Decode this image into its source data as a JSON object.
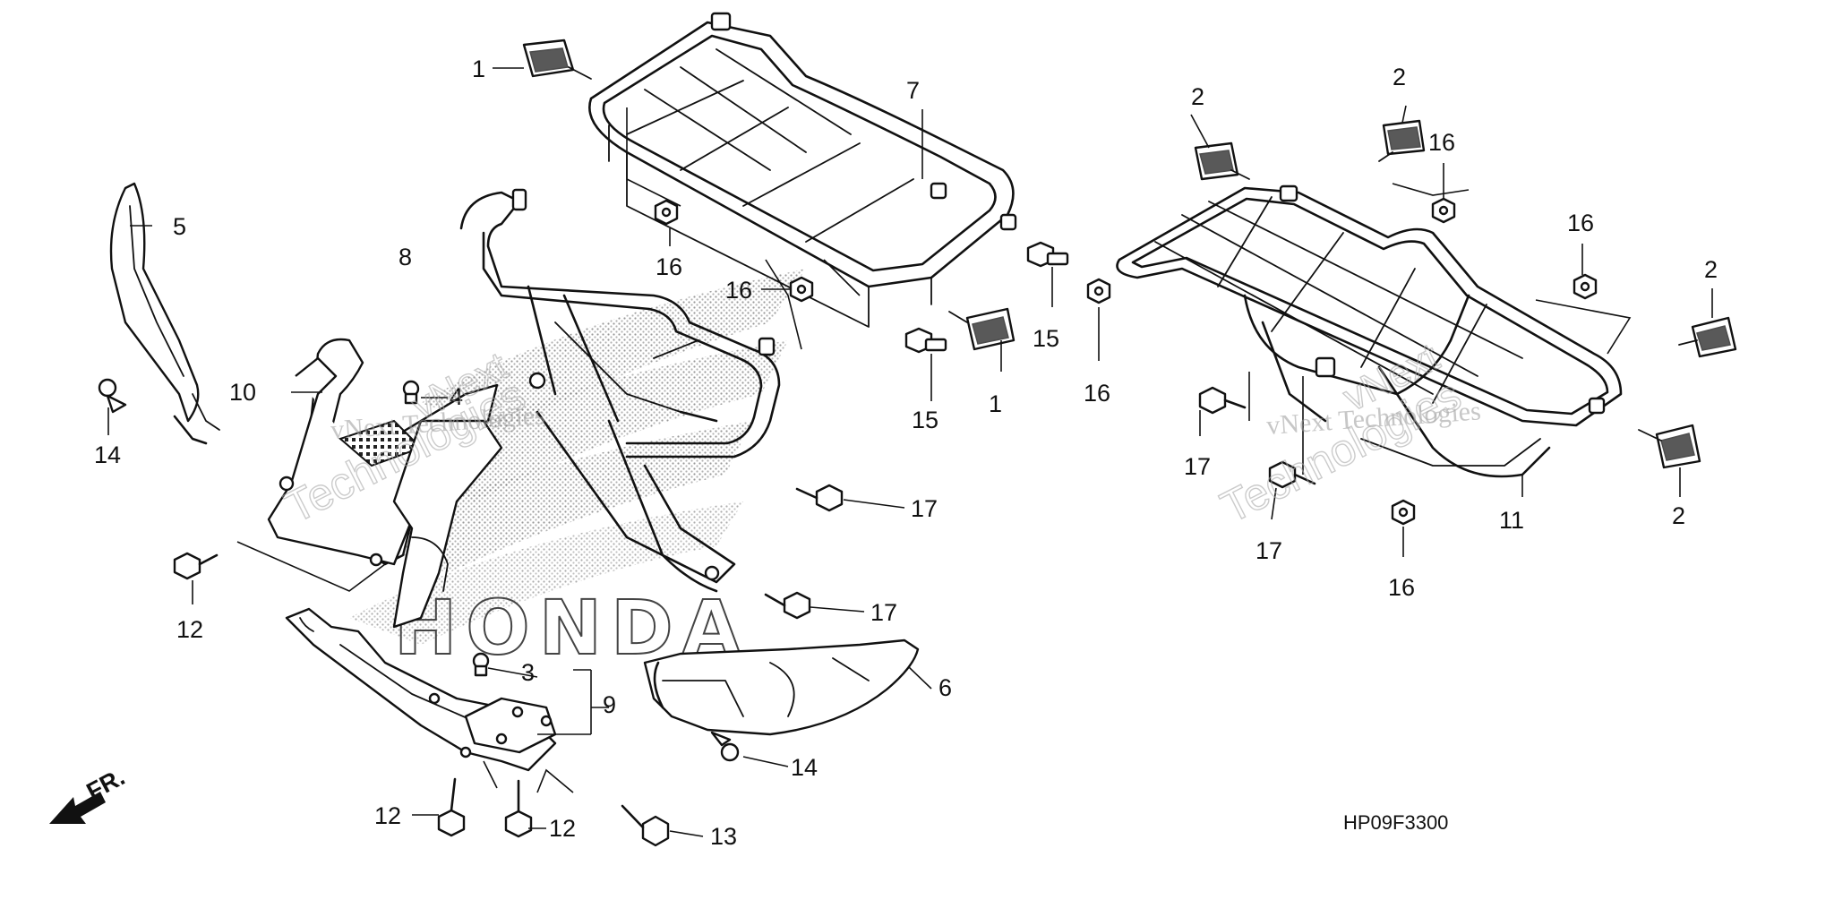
{
  "diagram_code": "HP09F3300",
  "direction_label": "FR.",
  "brand_logo": "HONDA",
  "watermark": {
    "line1": "vNext",
    "line2": "Technologies",
    "line3": "vNext Technologies"
  },
  "callouts": [
    {
      "id": "c1a",
      "label": "1"
    },
    {
      "id": "c1b",
      "label": "1"
    },
    {
      "id": "c2a",
      "label": "2"
    },
    {
      "id": "c2b",
      "label": "2"
    },
    {
      "id": "c2c",
      "label": "2"
    },
    {
      "id": "c2d",
      "label": "2"
    },
    {
      "id": "c3",
      "label": "3"
    },
    {
      "id": "c4",
      "label": "4"
    },
    {
      "id": "c5",
      "label": "5"
    },
    {
      "id": "c6",
      "label": "6"
    },
    {
      "id": "c7",
      "label": "7"
    },
    {
      "id": "c8",
      "label": "8"
    },
    {
      "id": "c9",
      "label": "9"
    },
    {
      "id": "c10",
      "label": "10"
    },
    {
      "id": "c11",
      "label": "11"
    },
    {
      "id": "c12a",
      "label": "12"
    },
    {
      "id": "c12b",
      "label": "12"
    },
    {
      "id": "c12c",
      "label": "12"
    },
    {
      "id": "c13",
      "label": "13"
    },
    {
      "id": "c14a",
      "label": "14"
    },
    {
      "id": "c14b",
      "label": "14"
    },
    {
      "id": "c15a",
      "label": "15"
    },
    {
      "id": "c15b",
      "label": "15"
    },
    {
      "id": "c16a",
      "label": "16"
    },
    {
      "id": "c16b",
      "label": "16"
    },
    {
      "id": "c16c",
      "label": "16"
    },
    {
      "id": "c16d",
      "label": "16"
    },
    {
      "id": "c16e",
      "label": "16"
    },
    {
      "id": "c16f",
      "label": "16"
    },
    {
      "id": "c17a",
      "label": "17"
    },
    {
      "id": "c17b",
      "label": "17"
    },
    {
      "id": "c17c",
      "label": "17"
    },
    {
      "id": "c17d",
      "label": "17"
    }
  ]
}
